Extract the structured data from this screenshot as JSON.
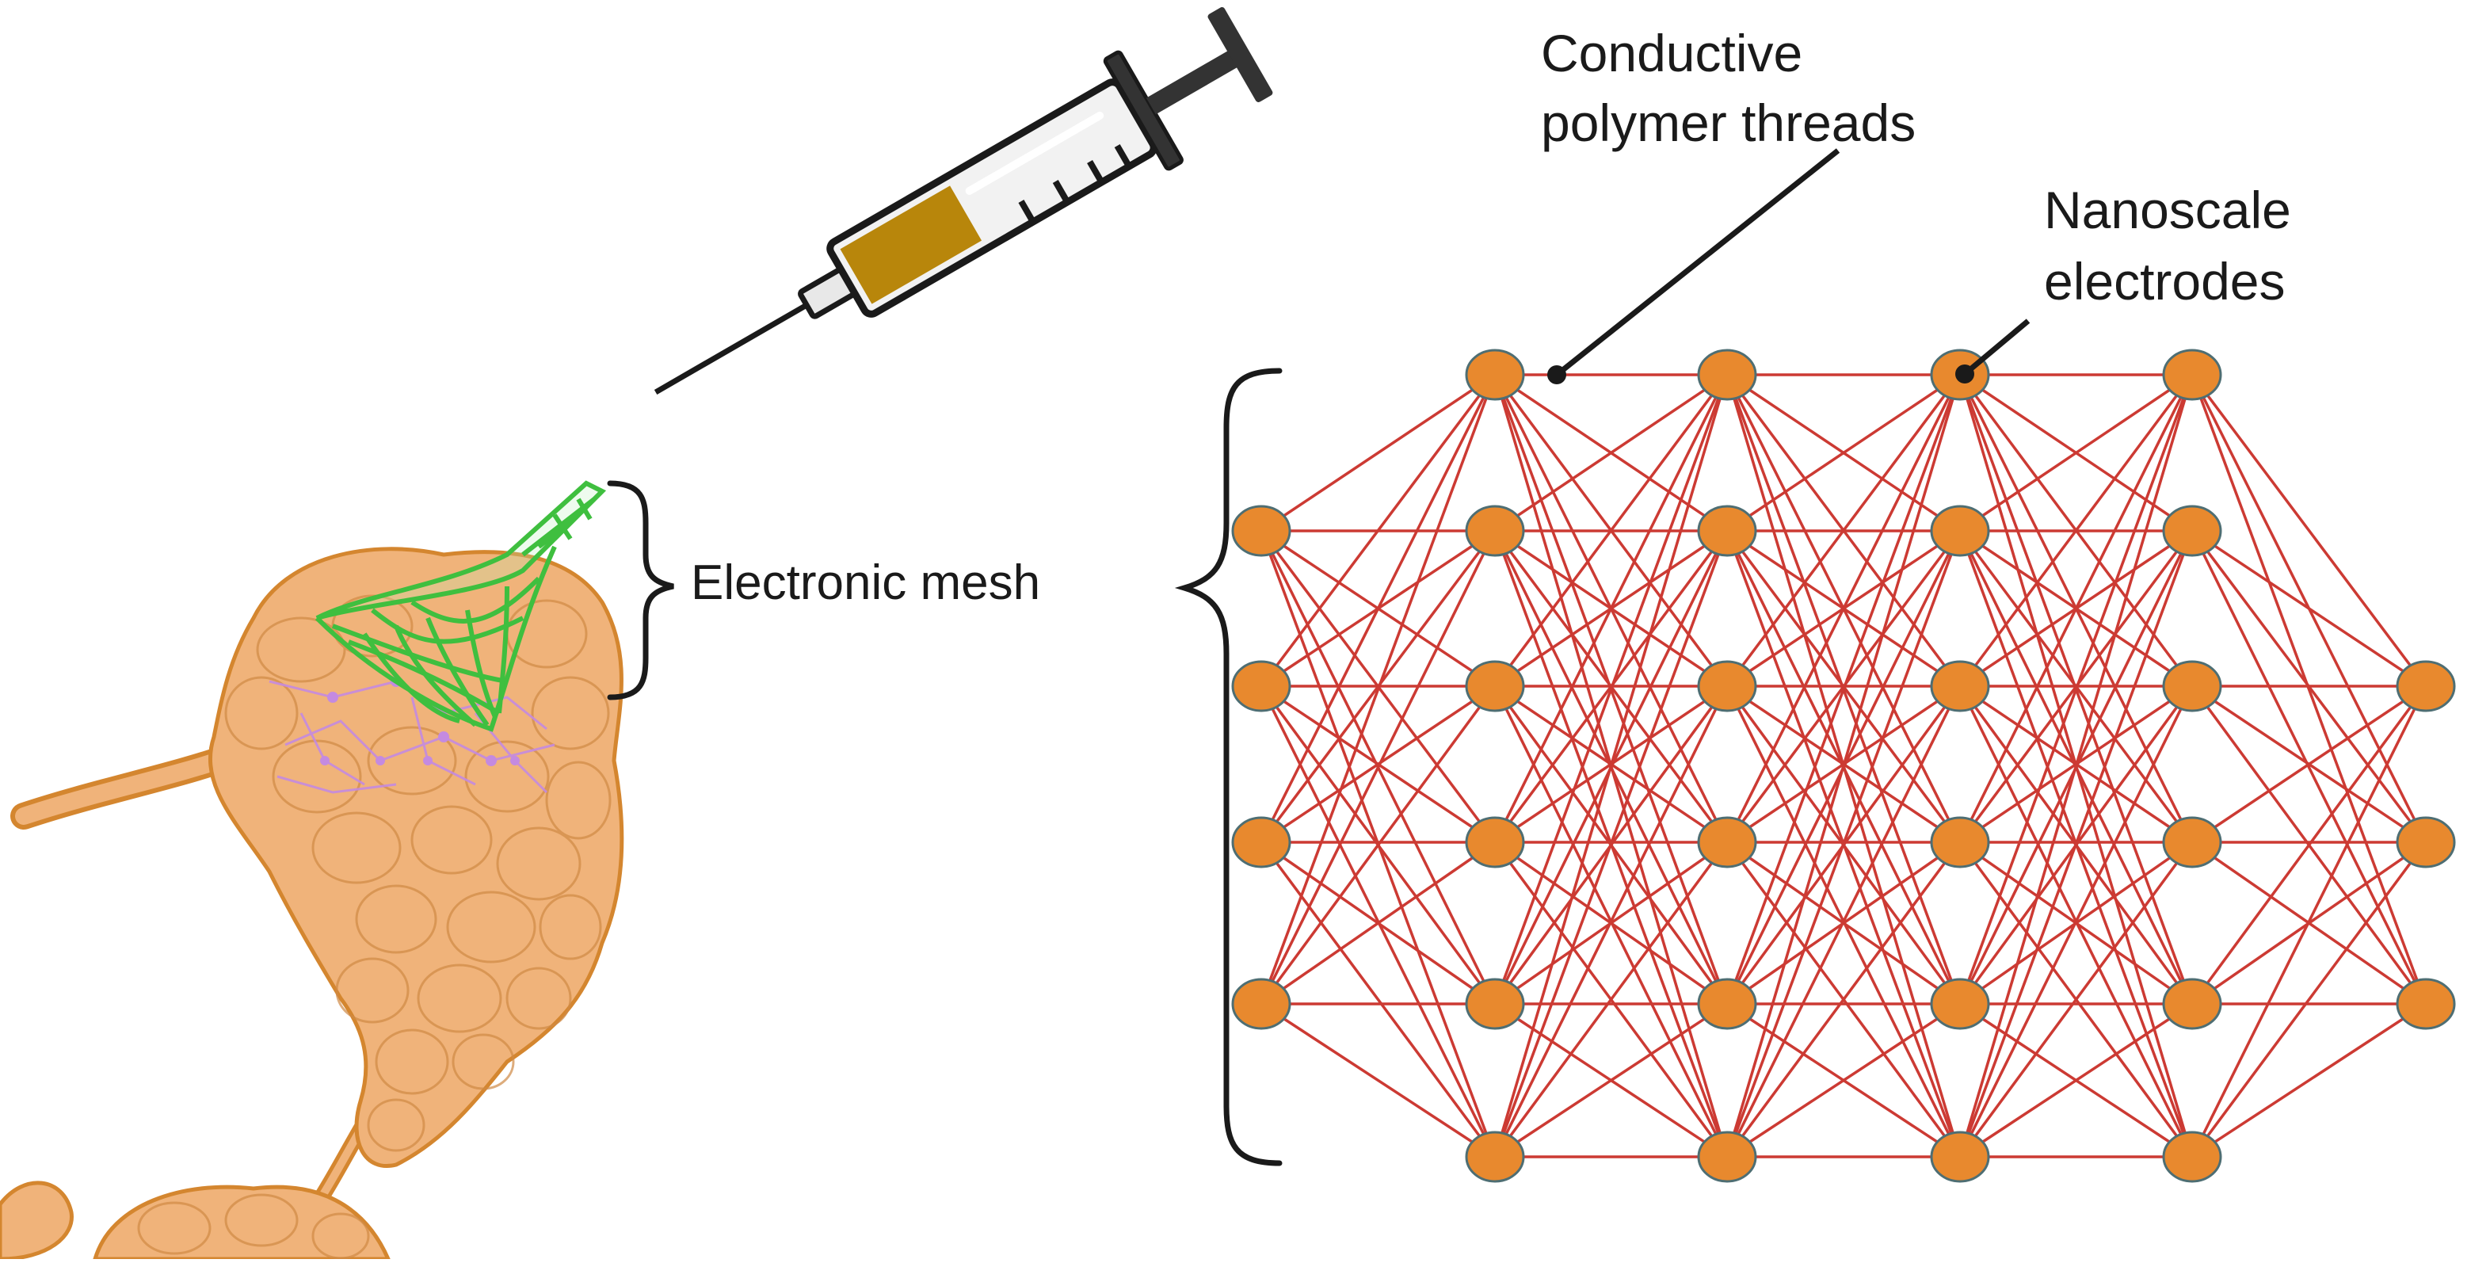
{
  "labels": {
    "electronic_mesh": "Electronic mesh",
    "threads_line1": "Conductive",
    "threads_line2": "polymer threads",
    "electrodes_line1": "Nanoscale",
    "electrodes_line2": "electrodes"
  },
  "colors": {
    "background": "#ffffff",
    "node_fill": "#e8892e",
    "node_stroke": "#4e6e73",
    "wire": "#cc3a33",
    "tissue": "#f0b37a",
    "tissue_edge": "#d4862f",
    "mesh": "#3fbf3f",
    "neuron": "#c48ae0",
    "ink": "#1a1a1a",
    "syringe_fluid": "#b8860b"
  },
  "icons": [
    "syringe-icon",
    "tissue-illustration",
    "electronic-mesh-icon",
    "brace-icon",
    "neuron-network-icon"
  ],
  "network": {
    "columns": [
      {
        "rows": [
          1,
          2,
          3,
          4
        ]
      },
      {
        "rows": [
          0,
          1,
          2,
          3,
          4,
          5
        ]
      },
      {
        "rows": [
          0,
          1,
          2,
          3,
          4,
          5
        ]
      },
      {
        "rows": [
          0,
          1,
          2,
          3,
          4,
          5
        ]
      },
      {
        "rows": [
          0,
          1,
          2,
          3,
          4,
          5
        ]
      },
      {
        "rows": [
          2,
          3,
          4
        ]
      }
    ],
    "connection_rule": "every node connects to every node in adjacent columns"
  }
}
